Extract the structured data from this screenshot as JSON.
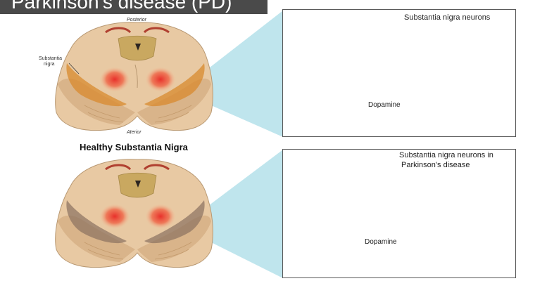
{
  "title": "Parkinson's disease (PD)",
  "healthy": {
    "caption": "Healthy Substantia Nigra",
    "label_posterior": "Posterior",
    "label_anterior": "Aterior",
    "label_substantia_line1": "Substantia",
    "label_substantia_line2": "nigra",
    "panel_title": "Substantia nigra neurons",
    "dopamine_label": "Dopamine"
  },
  "parkinsons": {
    "panel_title_line1": "Substantia nigra neurons in",
    "panel_title_line2": "Parkinson's disease",
    "dopamine_label": "Dopamine"
  },
  "colors": {
    "healthy_axon": "#f2867a",
    "pd_axon": "#c9c9c9",
    "healthy_dendrite": "#f0c9a8",
    "pd_dendrite": "#4a3a34",
    "vesicle": "#6fa4d6",
    "callout": "#b4e1ea",
    "nigra_healthy": "#d88a2e",
    "nigra_pd": "#8a7060"
  }
}
